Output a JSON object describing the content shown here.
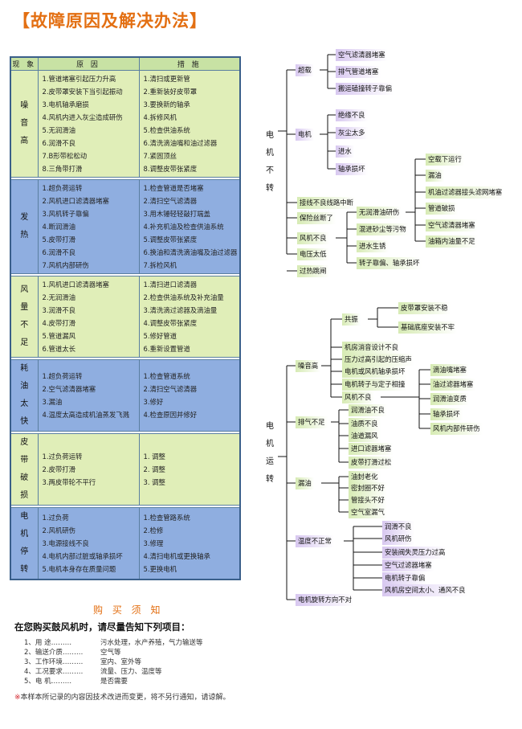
{
  "title": "【故障原因及解决办法】",
  "table": {
    "headers": [
      "现 象",
      "原      因",
      "措      施"
    ],
    "groups": [
      {
        "symptom": [
          "噪",
          "音",
          "高"
        ],
        "color": "g",
        "causes": [
          "1.管道堵塞引起压力升高",
          "2.皮带罩安装下当引起振动",
          "3.电机轴承磨损",
          "4.风机内进入灰尘造成研伤",
          "5.无润滑油",
          "6.润滑不良",
          "7.B形带松松动",
          "8.三角带打滑"
        ],
        "measures": [
          "1.清扫或更新管",
          "2.重新装好皮带罩",
          "3.要换新的轴承",
          "4.拆修风机",
          "5.检查供油系统",
          "6.清洗滴油嘴和油过滤器",
          "7.紧固顶丝",
          "8.调整皮带张紧度"
        ]
      },
      {
        "symptom": [
          "发",
          "热"
        ],
        "color": "b",
        "causes": [
          "1.超负荷运转",
          "2.风机进口滤清器堵塞",
          "3.风机转子靠偏",
          "4.断润滑油",
          "5.皮带打滑",
          "6.润滑不良",
          "7.风机内部研伤"
        ],
        "measures": [
          "1.检查管道是否堵塞",
          "2.清扫空气滤清器",
          "3.用木锤轻轻敲打端盖",
          "4.补充机油及检查供油系统",
          "5.调整皮带张紧度",
          "6.换油和清洗滴油嘴及油过滤器",
          "7.拆检风机"
        ]
      },
      {
        "symptom": [
          "风",
          "量",
          "不",
          "足"
        ],
        "color": "g",
        "causes": [
          "1.风机进口滤清器堵塞",
          "2.无润滑油",
          "3.润滑不良",
          "4.皮带打滑",
          "5.管道漏风",
          "6.管道太长"
        ],
        "measures": [
          "1.清扫进口滤清器",
          "2.检查供油系统及补充油量",
          "3.清洗滴过滤器及滴油量",
          "4.调整皮带张紧度",
          "5.修好管道",
          "6.重新设置管道"
        ]
      },
      {
        "symptom": [
          "耗",
          "油",
          "太",
          "快"
        ],
        "color": "b",
        "causes": [
          "1.超负荷运转",
          "2.空气滤清器堵塞",
          "3.漏油",
          "4.温度太高造成机油蒸发飞溅"
        ],
        "measures": [
          "1.检查管道系统",
          "2.清扫空气滤清器",
          "3.修好",
          "4.检查原因并修好"
        ]
      },
      {
        "symptom": [
          "皮",
          "带",
          "破",
          "损"
        ],
        "color": "g",
        "causes": [
          "1.过负荷运转",
          "2.皮带打滑",
          "3.两皮带轮不平行"
        ],
        "measures": [
          "1.  调整",
          "2.  调整",
          "3.  调整"
        ]
      },
      {
        "symptom": [
          "电",
          "机",
          "停",
          "转"
        ],
        "color": "b",
        "causes": [
          "1.过负荷",
          "2.风机研伤",
          "3.电源接线不良",
          "4.电机内部过脏或轴承损坏",
          "5.电机本身存在质量问题"
        ],
        "measures": [
          "1.检查管路系统",
          "2.检修",
          "3.修理",
          "4.清扫电机或更换轴承",
          "5.更换电机"
        ]
      }
    ]
  },
  "tree1": {
    "root": [
      "电",
      "机",
      "不",
      "转"
    ],
    "overload": "超载",
    "overload_items": [
      "空气滤清器堵塞",
      "排气管道堵塞",
      "搬运磕撞转子靠偏"
    ],
    "motor": "电机",
    "motor_items": [
      "绝缘不良",
      "灰尘太多",
      "进水",
      "轴承损坏"
    ],
    "wiring": "接线不良线路中断",
    "fuse": "保险丝断了",
    "fan_bad": "风机不良",
    "low_voltage": "电压太低",
    "overcurrent": "过热跳闸",
    "fan_items": [
      "无润滑油研伤",
      "混进砂尘等污物",
      "进水生锈",
      "转子靠偏、轴承损坏"
    ],
    "oil_items": [
      "空载下运行",
      "漏油",
      "机油过滤器接头滤网堵塞",
      "管道破损",
      "空气滤清器堵塞",
      "油箱内油量不足"
    ]
  },
  "tree2": {
    "root": [
      "电",
      "机",
      "运",
      "转"
    ],
    "noise": "噪音高",
    "resonance": "共振",
    "resonance_items": [
      "皮带罩安装不稳",
      "基础底座安装不牢"
    ],
    "noise_items": [
      "机房消音设计不良",
      "压力过高引起的压缩声",
      "电机或风机轴承损坏",
      "电机转子与定子相撞",
      "风机不良"
    ],
    "fan_items": [
      "滴油嘴堵塞",
      "油过滤器堵塞",
      "润滑油变质",
      "轴承损坏",
      "风机内部件研伤"
    ],
    "exhaust": "排气不足",
    "exhaust_items": [
      "润滑油不良",
      "油质不良",
      "油道漏风",
      "进口滤器堵塞",
      "皮带打滑过松"
    ],
    "leak": "漏油",
    "leak_items": [
      "油封老化",
      "密封圈不好",
      "管接头不好",
      "空气室漏气"
    ],
    "temp": "温度不正常",
    "temp_items": [
      "润滑不良",
      "风机研伤",
      "安装阀失灵压力过高",
      "空气过滤器堵塞",
      "电机转子靠偏",
      "风机房空间太小、通风不良"
    ],
    "reverse": "电机旋转方向不对"
  },
  "notice": {
    "title": "购 买 须 知",
    "intro": "在您购买鼓风机时，请尽量告知下列项目：",
    "items": [
      {
        "k": "1、用      途………",
        "v": "污水处理，水产养殖，气力输送等"
      },
      {
        "k": "2、输送介质………",
        "v": "空气等"
      },
      {
        "k": "3、工作环境………",
        "v": "室内、室外等"
      },
      {
        "k": "4、工况要求………",
        "v": "流量、压力、温度等"
      },
      {
        "k": "5、电      机………",
        "v": "是否需要"
      }
    ],
    "mark": "※",
    "footer": "本样本所记录的内容因技术改进而变更，将不另行通知，请谅解。"
  }
}
